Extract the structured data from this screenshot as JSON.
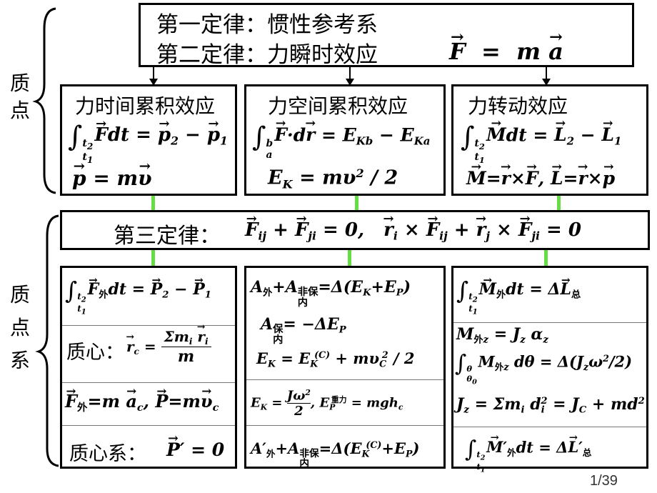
{
  "sections": {
    "particle": "质\n点",
    "system": "质\n点\n系"
  },
  "top_box": {
    "law1": "第一定律：惯性参考系",
    "law2": "第二定律：力瞬时效应"
  },
  "row1": {
    "col1_title": "力时间累积效应",
    "col2_title": "力空间累积效应",
    "col3_title": "力转动效应"
  },
  "third_law": {
    "label": "第三定律："
  },
  "row2": {
    "col1": {
      "external_sub": "外",
      "center_of_mass_label": "质心：",
      "cm_system_label": "质心系："
    },
    "col2": {
      "nonconservative": "非保",
      "conservative": "保",
      "internal": "内",
      "external": "外",
      "gravity": "重力"
    },
    "col3": {
      "external": "外",
      "total": "总"
    }
  },
  "page_number": "1/39",
  "colors": {
    "connector": "#66dd44",
    "arrow": "#000000"
  }
}
